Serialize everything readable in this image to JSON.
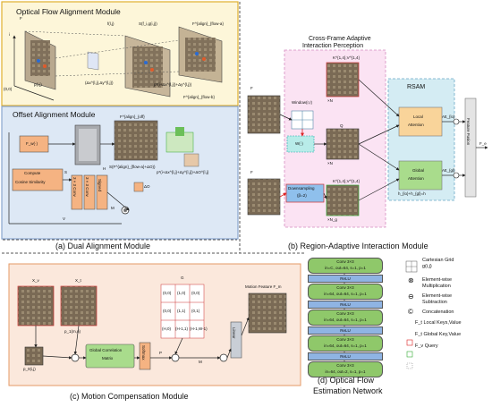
{
  "dual": {
    "optical_title": "Optical Flow Alignment Module",
    "offset_title": "Offset Alignment Module",
    "caption": "(a) Dual Alignment Module",
    "labels": {
      "fv": "F",
      "f_ij": "f(l,j)",
      "p_ij": "p(i,j)",
      "delta": "(Δx^{l,j},Δy^{l,j})",
      "sampling": "S(f_i,g(i,j))",
      "f_align": "F^{align}_{flow-a}",
      "p_star": "p*(i+Δx^{l,j})+Δy^{l,j})",
      "f_align2": "F^{align}_{flow-b}",
      "fw": "F_w(·)",
      "H": "H",
      "compute": "Compute",
      "cosine": "Cosine Similarity",
      "conv3a": "3×3 Conv",
      "conv3b": "3×3 Conv",
      "signed": "Signed",
      "S": "S",
      "M": "M",
      "V": "V",
      "delta_o": "ΔO",
      "p_star2": "p*(i+Δx^{l,j}+Δy^{l,j})+ΔO^{l,j}",
      "s_term": "S(F^{align}_{flow-a}+ΔO))",
      "offset_align": "F^{align}_{off}",
      "axis_y": "i",
      "axis_origin": "(0,0)"
    }
  },
  "region": {
    "title1": "Cross-Frame Adaptive",
    "title2": "Interaction Perception",
    "fv": "F",
    "ft": "F",
    "window": "Window(r,r)",
    "wfn": "W(·)",
    "down": "Downsampling",
    "down2": "(β=2)",
    "k_local": "K^{1,4},V^{1,4}",
    "q": "Q",
    "k_global": "K^{1,4},V^{1,4}",
    "xN": "×N",
    "xN2": "×N",
    "xNg": "×N_g",
    "rsam": "RSAM",
    "local1": "Local",
    "local2": "Attention",
    "global1": "Global",
    "global2": "Attention",
    "heads": "h_{lo}+h_{gl}=h",
    "ffusion": "Feature Fusion",
    "att_l": "Att_{lo}",
    "att_g": "Att_{gl}",
    "fe": "F_e",
    "caption": "(b) Region-Adaptive Interaction Module"
  },
  "motion": {
    "xv": "X_v",
    "xt": "X_t",
    "p1": "p_1(m,n)",
    "p0": "p_0(i,j)",
    "gcm1": "Global Correlation",
    "gcm2": "Matrix",
    "softmax": "Softmax",
    "P": "P",
    "M": "M",
    "G": "G",
    "linear": "Linear",
    "mf": "Motion Feature F_m",
    "grid": [
      [
        "(0,0)",
        "(1,0)",
        "(0,0)"
      ],
      [
        "(0,0)",
        "(1,1)",
        "(0,1)"
      ],
      [
        "(H,0)",
        "(H-1,1)",
        "(H-1,W-1)"
      ]
    ],
    "caption": "(c) Motion Compensation Module"
  },
  "flownet": {
    "layers": [
      {
        "conv": "Conv 3×3",
        "params": "in=C, out=64, s=1, p=1"
      },
      {
        "conv": "Conv 3×3",
        "params": "in=64, out=64, s=1, p=1"
      },
      {
        "conv": "Conv 3×3",
        "params": "in=64, out=64, s=1, p=1"
      },
      {
        "conv": "Conv 3×3",
        "params": "in=64, out=64, s=1, p=1"
      },
      {
        "conv": "Conv 3×3",
        "params": "in=64, out=2, s=1, p=1"
      }
    ],
    "relu": "ReLU",
    "caption1": "(d) Optical Flow",
    "caption2": "Estimation Network"
  },
  "legend": {
    "items": [
      {
        "symbol": "grid",
        "label1": "Cartesian Grid",
        "label2": "g(i,j)"
      },
      {
        "symbol": "⊗",
        "label1": "Element-wise",
        "label2": "Multiplication"
      },
      {
        "symbol": "⊖",
        "label1": "Element-wise",
        "label2": "Subtraction"
      },
      {
        "symbol": "©",
        "label1": "Concatenation",
        "label2": ""
      },
      {
        "symbol": "box-red",
        "label1": "F_t Local Keys,Value",
        "label2": ""
      },
      {
        "symbol": "box-green",
        "label1": "F_t Global Key,Value",
        "label2": ""
      },
      {
        "symbol": "box-dash",
        "label1": "F_v Query",
        "label2": ""
      }
    ]
  },
  "colors": {
    "optical_bg": "#fdf6d9",
    "offset_bg": "#dde8f5",
    "pink_bg": "#fbe3f3",
    "rsam_bg": "#d4ecf3",
    "motion_bg": "#fbe8dc",
    "flownet_green": "#8fc86a",
    "flownet_blue": "#8fb4e3",
    "orange_box": "#f5b382",
    "local_att": "#f9d49a",
    "global_att": "#a9dc8c"
  }
}
